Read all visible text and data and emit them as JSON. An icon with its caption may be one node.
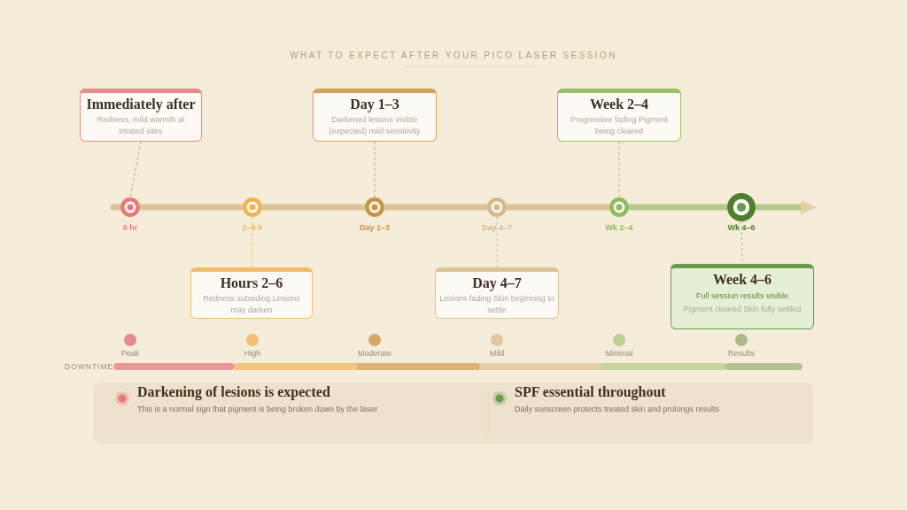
{
  "diagram": {
    "title": "WHAT TO EXPECT AFTER YOUR PICO LASER SESSION",
    "nodes": [
      {
        "text": [
          "Immediately after",
          "Redness, mild warmth at treated sites"
        ]
      },
      {
        "text": [
          "Hours 2–6",
          "Redness subsiding Lesions may darken"
        ]
      },
      {
        "text": [
          "Day 1–3",
          "Darkened lesions visible (expected) mild sensitivity"
        ]
      },
      {
        "text": [
          "Day 4–7",
          "Lesions fading Skin beginning to settle"
        ]
      },
      {
        "text": [
          "Week 2–4",
          "Progressive fading Pigment being cleared"
        ]
      },
      {
        "text": [
          "Week 4–6",
          "Full session results visible",
          "Pigment cleared Skin fully settled"
        ]
      },
      {
        "text": [],
        "shape": "circle",
        "beside": [
          "0 hr"
        ]
      },
      {
        "text": [],
        "shape": "circle",
        "beside": [
          "2–6 h"
        ]
      },
      {
        "text": [],
        "shape": "circle",
        "beside": [
          "Day 1–3"
        ]
      },
      {
        "text": [],
        "shape": "circle",
        "beside": [
          "Day 4–7"
        ]
      },
      {
        "text": [],
        "shape": "circle",
        "beside": [
          "Wk 2–4"
        ]
      },
      {
        "text": [],
        "shape": "circle",
        "beside": [
          "Wk 4–6"
        ]
      },
      {
        "text": [
          "Darkening of lesions is expected",
          "This is a normal sign that pigment is being broken down by the laser"
        ]
      },
      {
        "text": [
          "SPF essential throughout",
          "Daily sunscreen protects treated skin and prolongs results"
        ]
      }
    ],
    "edges": [
      {
        "from": 0,
        "to": 6,
        "arrow": "none",
        "style": "dashed",
        "color": "#e98a8c"
      },
      {
        "from": 7,
        "to": 1,
        "arrow": "none",
        "style": "dashed",
        "color": "#f0bc6a"
      },
      {
        "from": 2,
        "to": 8,
        "arrow": "none",
        "style": "dashed",
        "color": "#d3a35e"
      },
      {
        "from": 9,
        "to": 3,
        "arrow": "none",
        "style": "dashed",
        "color": "#d8be94"
      },
      {
        "from": 4,
        "to": 10,
        "arrow": "none",
        "style": "dashed",
        "color": "#9cc06a"
      },
      {
        "from": 11,
        "to": 5,
        "arrow": "none",
        "style": "dashed",
        "color": "#a8bf86"
      },
      {
        "from": 6,
        "to": 7,
        "arrow": "none",
        "style": "thick",
        "color": "#dcc49a"
      },
      {
        "from": 7,
        "to": 8,
        "arrow": "none",
        "style": "thick",
        "color": "#dcc49a"
      },
      {
        "from": 8,
        "to": 9,
        "arrow": "none",
        "style": "thick",
        "color": "#dcc49a"
      },
      {
        "from": 9,
        "to": 10,
        "arrow": "none",
        "style": "thick",
        "color": "#dcc49a"
      },
      {
        "from": 10,
        "to": 11,
        "arrow": "none",
        "style": "thick",
        "color": "#b6c98b"
      },
      {
        "from": 11,
        "to": null,
        "arrow": "to",
        "style": "thick",
        "color": "#b6c98b"
      }
    ],
    "labels": [
      "DOWNTIME"
    ],
    "legend": [
      {
        "text": "Peak",
        "color": "#e8898a"
      },
      {
        "text": "High",
        "color": "#f2c070"
      },
      {
        "text": "Moderate",
        "color": "#d6a866"
      },
      {
        "text": "Mild",
        "color": "#dfc8a2"
      },
      {
        "text": "Minimal",
        "color": "#bed08f"
      },
      {
        "text": "Results",
        "color": "#aabb88"
      }
    ]
  }
}
